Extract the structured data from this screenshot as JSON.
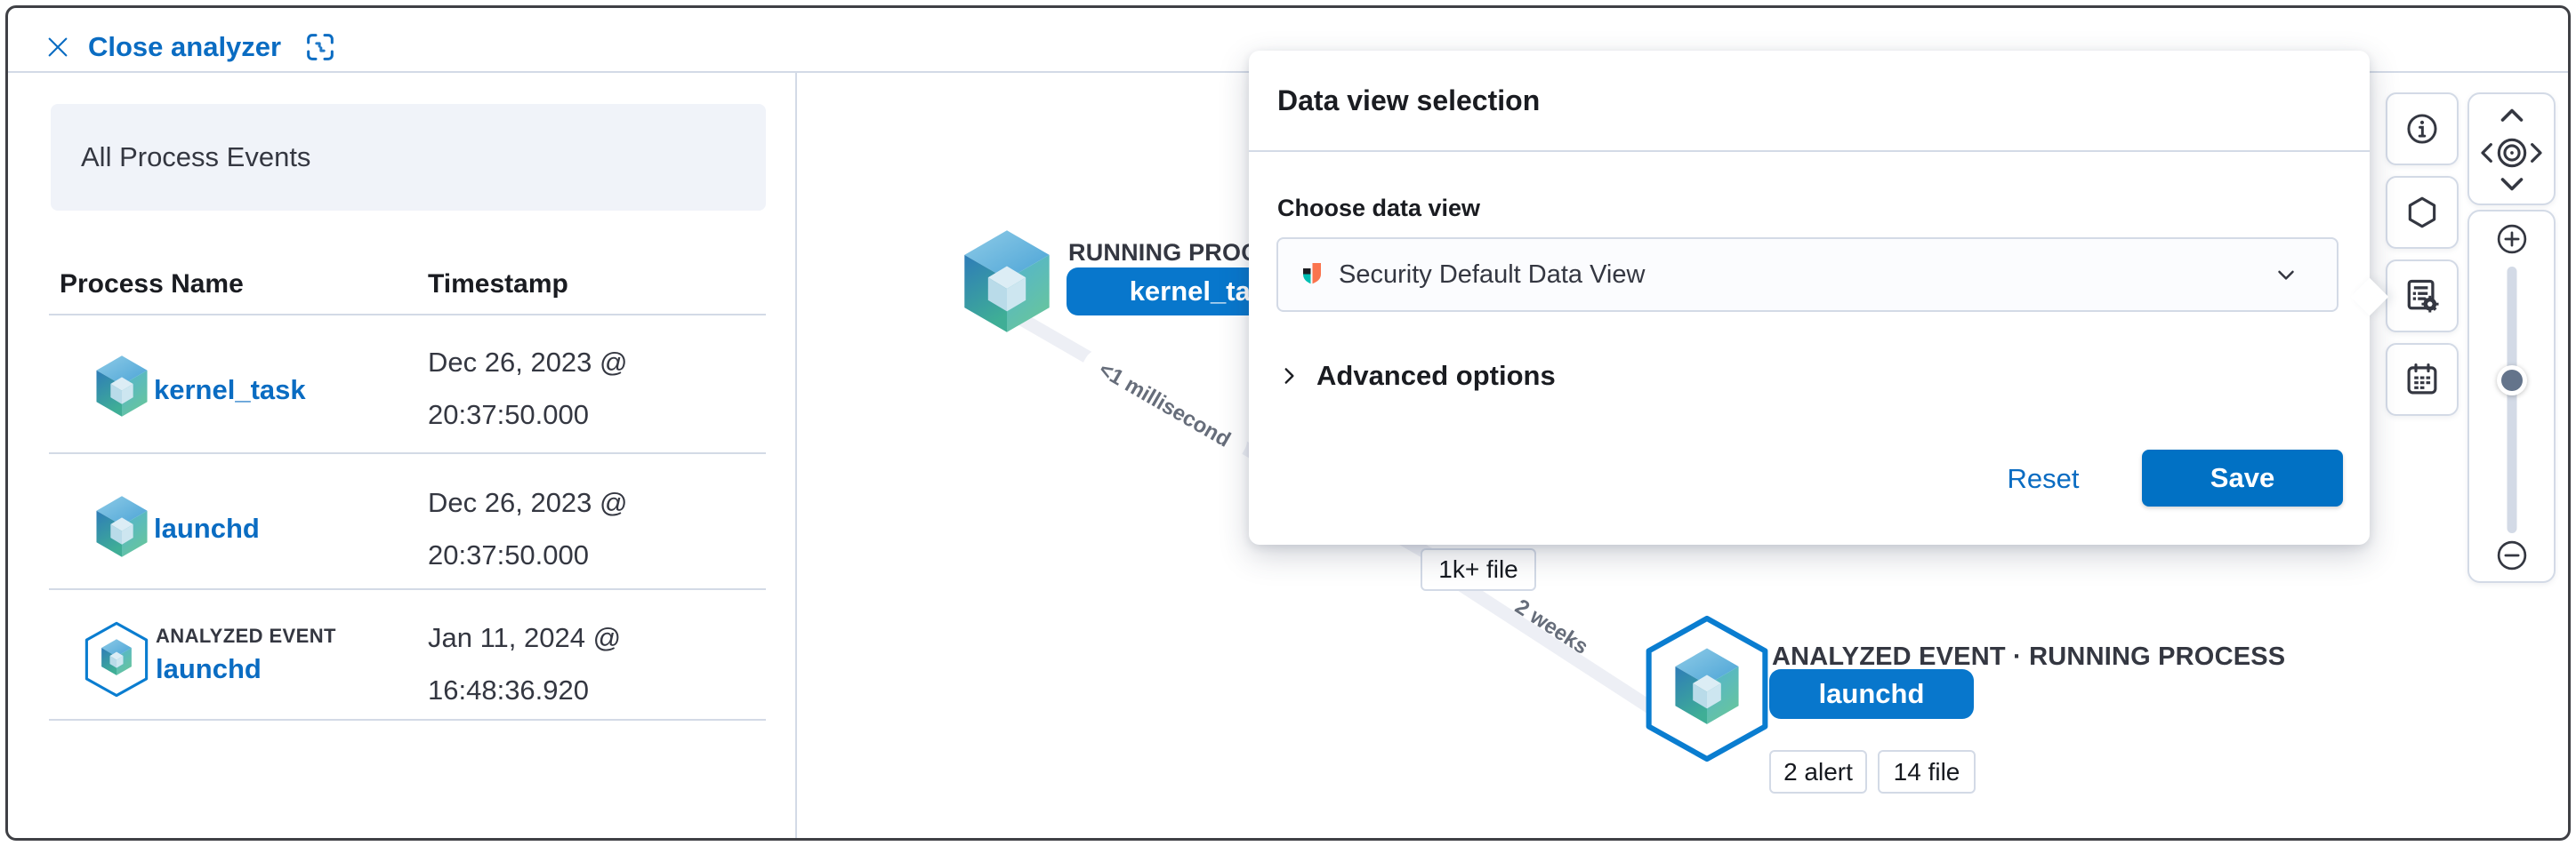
{
  "header": {
    "close_label": "Close analyzer"
  },
  "events_panel": {
    "title": "All Process Events",
    "col_process": "Process Name",
    "col_timestamp": "Timestamp",
    "rows": [
      {
        "name": "kernel_task",
        "ts1": "Dec 26, 2023 @",
        "ts2": "20:37:50.000"
      },
      {
        "name": "launchd",
        "ts1": "Dec 26, 2023 @",
        "ts2": "20:37:50.000"
      },
      {
        "name": "launchd",
        "tag": "ANALYZED EVENT",
        "ts1": "Jan 11, 2024 @",
        "ts2": "16:48:36.920"
      }
    ]
  },
  "graph": {
    "node_kernel": {
      "type_label": "RUNNING PROCESS",
      "name": "kernel_task"
    },
    "edge_labels": {
      "duration_short": "<1 millisecond",
      "duration_long": "2 weeks"
    },
    "file_badge_mid": "1k+ file",
    "node_launchd": {
      "type_label": "ANALYZED EVENT · RUNNING PROCESS",
      "name": "launchd",
      "alert_badge": "2 alert",
      "file_badge": "14 file"
    }
  },
  "popover": {
    "title": "Data view selection",
    "field_label": "Choose data view",
    "selected_data_view": "Security Default Data View",
    "advanced_label": "Advanced options",
    "reset_label": "Reset",
    "save_label": "Save"
  },
  "icons": {
    "close": "close-x-icon",
    "fullscreen": "fullscreen-icon",
    "security_logo": "security-shield-icon",
    "toolbar": [
      "info-icon",
      "hexagon-schema-icon",
      "data-view-settings-icon",
      "calendar-icon"
    ],
    "nav": [
      "chevron-up-icon",
      "chevron-left-icon",
      "center-camera-icon",
      "chevron-right-icon",
      "chevron-down-icon"
    ],
    "zoom": [
      "zoom-in-icon",
      "zoom-out-icon"
    ]
  },
  "colors": {
    "link_blue": "#0a6cc2",
    "pill_blue": "#0877cc",
    "save_blue": "#0171c4",
    "border_light": "#d3dae6",
    "edge_gray": "#edeff5",
    "text_dark": "#343741"
  }
}
